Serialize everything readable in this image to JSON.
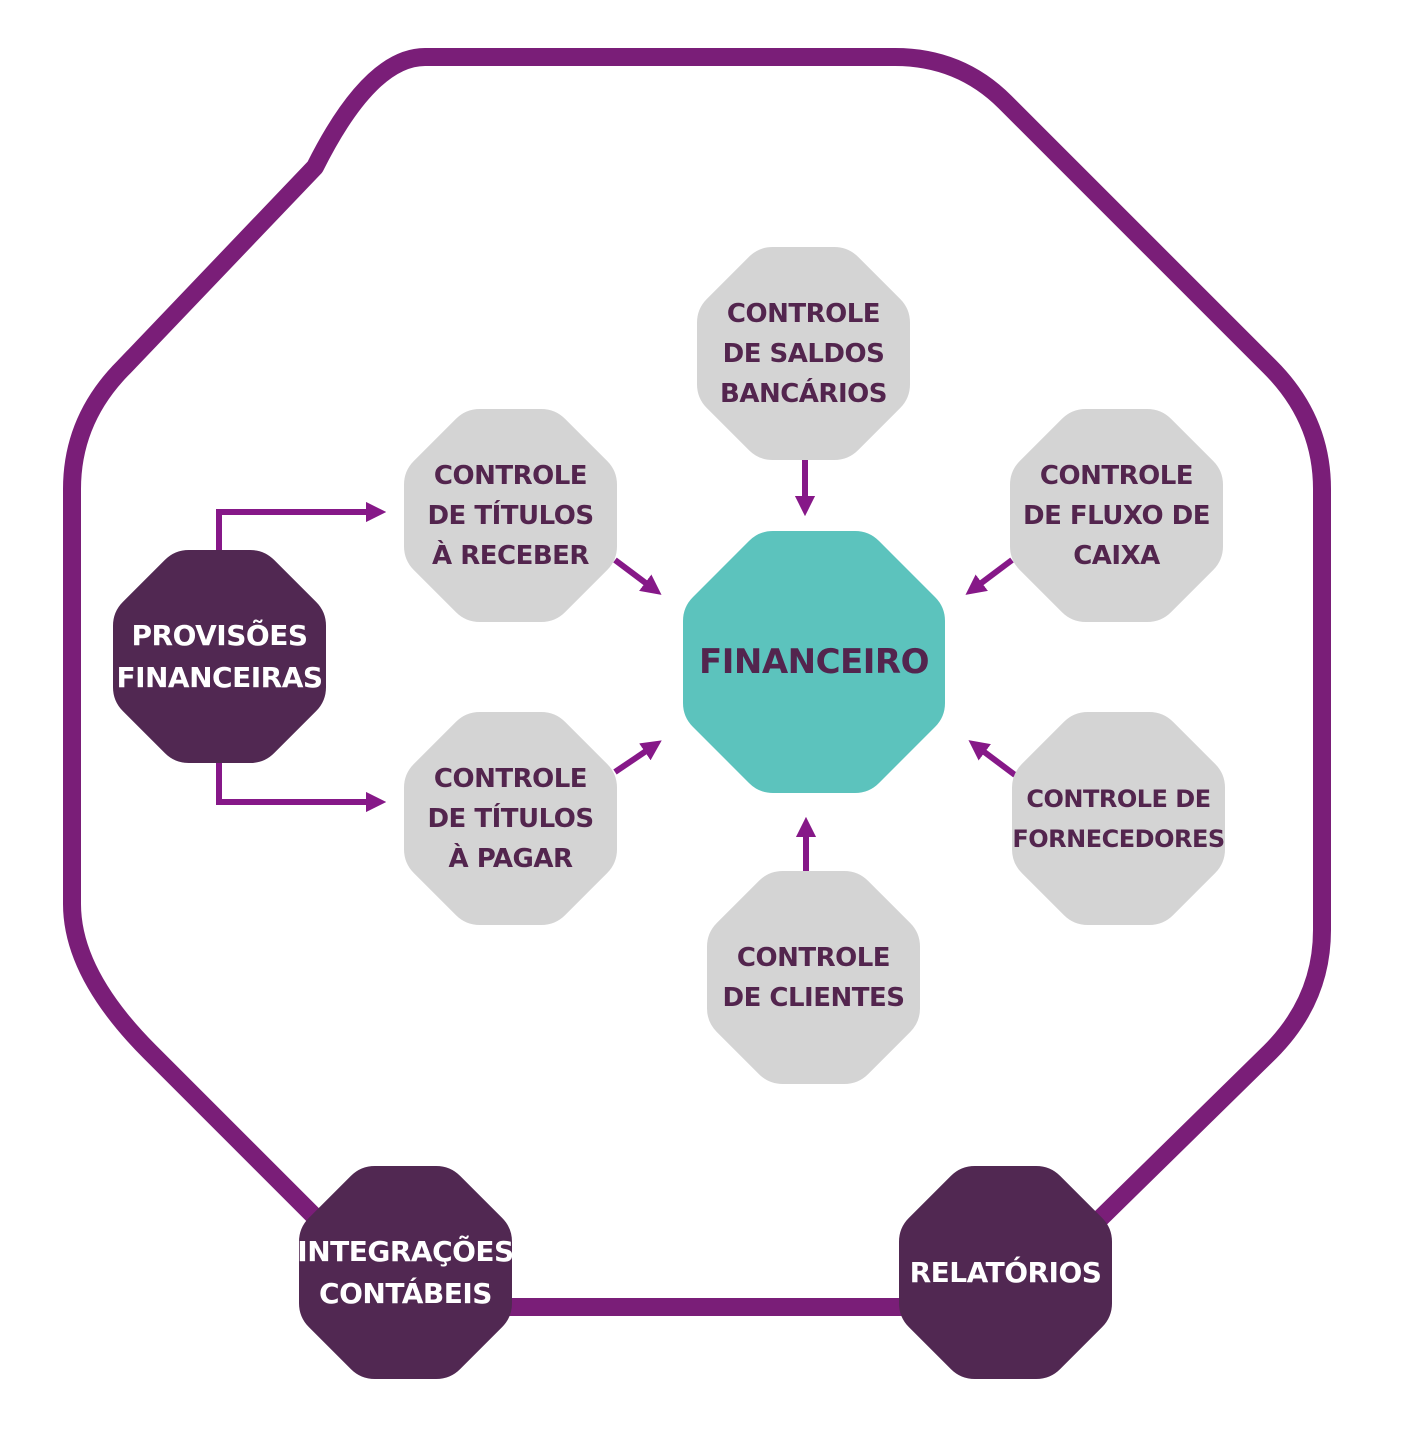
{
  "colors": {
    "frame": "#7a1e78",
    "arrow": "#861888",
    "grey_box": "#d4d4d4",
    "grey_text": "#53254e",
    "dark_box": "#512852",
    "center_box": "#5cc3bd"
  },
  "nodes": {
    "center": "FINANCEIRO",
    "saldos": "CONTROLE\nDE SALDOS\nBANCÁRIOS",
    "receber": "CONTROLE\nDE TÍTULOS\nÀ RECEBER",
    "fluxo": "CONTROLE\nDE FLUXO DE\nCAIXA",
    "pagar": "CONTROLE\nDE TÍTULOS\nÀ PAGAR",
    "fornecedores": "CONTROLE DE\nFORNECEDORES",
    "clientes": "CONTROLE\nDE CLIENTES",
    "provisoes": "PROVISÕES\nFINANCEIRAS",
    "integracoes": "INTEGRAÇÕES\nCONTÁBEIS",
    "relatorios": "RELATÓRIOS"
  }
}
